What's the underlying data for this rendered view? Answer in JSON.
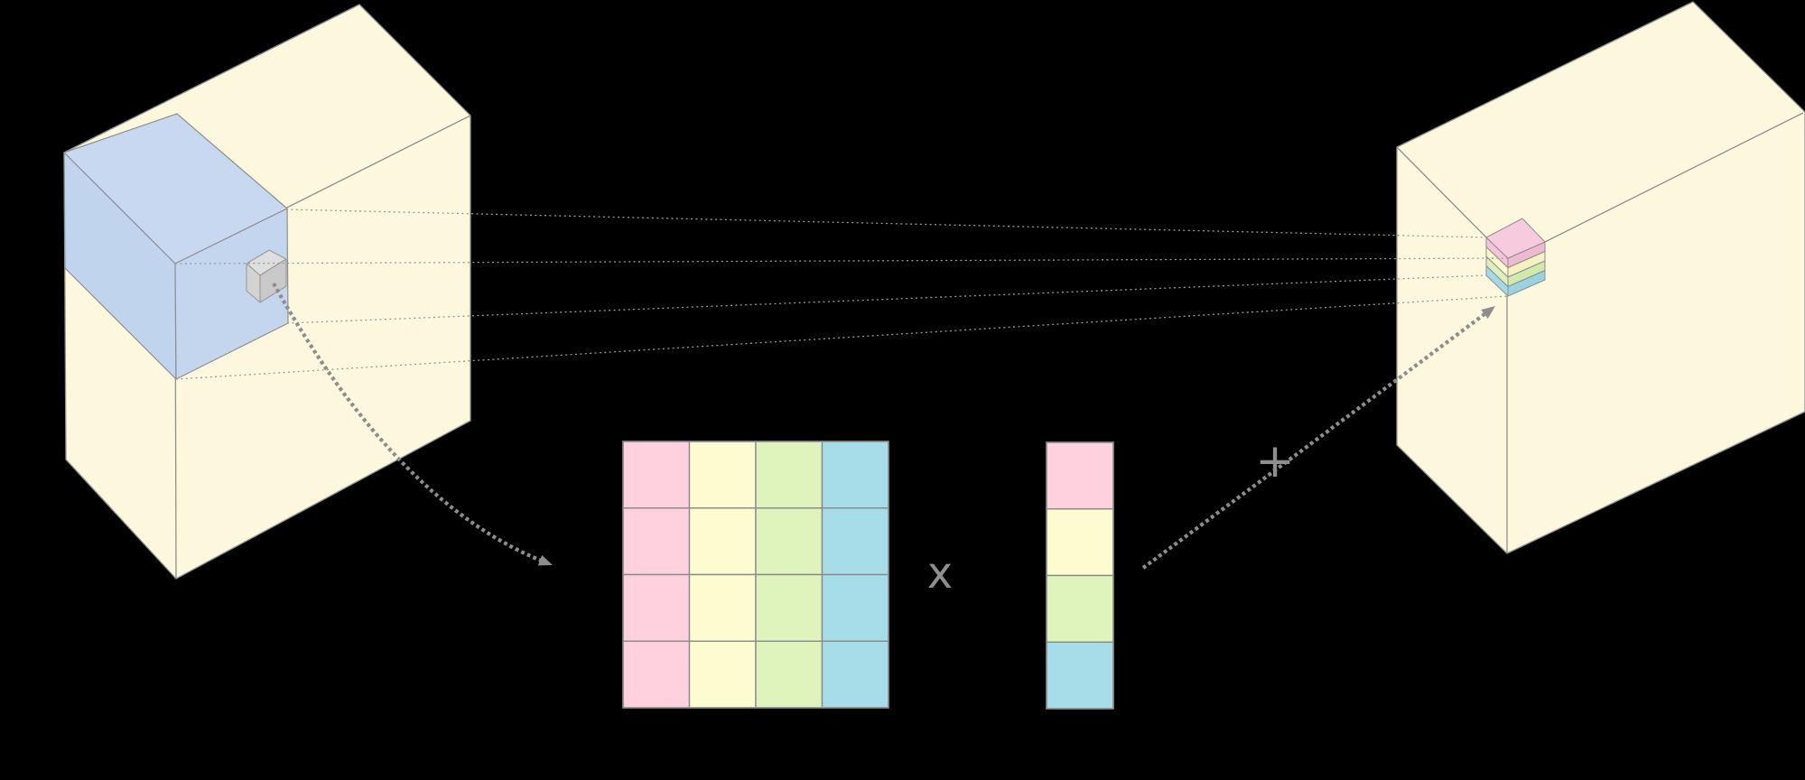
{
  "operators": {
    "multiply": "x",
    "add": "+"
  },
  "palette": {
    "background": "#000000",
    "tensor_fill": "#fcf7dd",
    "tensor_stroke": "#8f8f8f",
    "subvolume_top": "#c7d8f0",
    "subvolume_left": "#c1d4ed",
    "subvolume_right": "#c4d6ee",
    "voxel_top": "#dedede",
    "voxel_left": "#d3d3d3",
    "voxel_right": "#c9c9c9",
    "voxel_stroke": "#9a9a9a",
    "projection_line": "#9a9a9a",
    "arrow": "#8d8d8d",
    "operator": "#8e8e8e",
    "cell_stroke": "#8a8a8a",
    "channels": [
      "#ffd0de",
      "#fdfbd0",
      "#dff4bd",
      "#a7dce9"
    ]
  },
  "weight_matrix": {
    "rows": 4,
    "cols": 4,
    "column_channels": [
      0,
      1,
      2,
      3
    ]
  },
  "input_vector": {
    "rows": 4,
    "row_channels": [
      0,
      1,
      2,
      3
    ]
  },
  "output_stack": {
    "layers": [
      {
        "channel": 0,
        "top": "#f7cade",
        "left": "#f4c4d9",
        "right": "#eebad0"
      },
      {
        "channel": 1,
        "top": "#fdfbd0",
        "left": "#fbf8cc",
        "right": "#f5f1c0"
      },
      {
        "channel": 2,
        "top": "#dff4bd",
        "left": "#daefbb",
        "right": "#d0eaae"
      },
      {
        "channel": 3,
        "top": "#a7dce9",
        "left": "#a3d8e6",
        "right": "#99d2e1"
      }
    ]
  },
  "projection_line_count": 4
}
